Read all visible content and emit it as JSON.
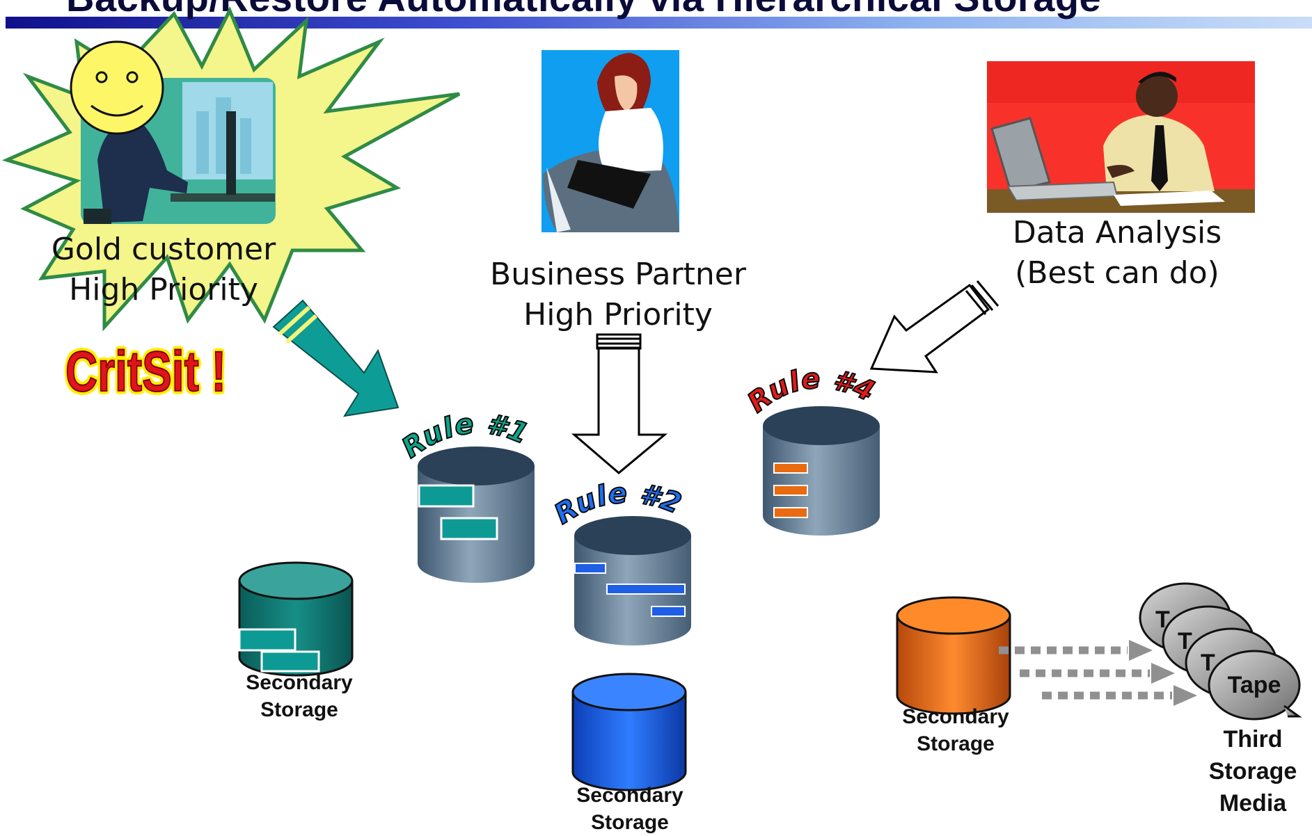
{
  "title": "Backup/Restore Automatically via Hierarchical Storage",
  "critsit": "CritSit !",
  "people": [
    {
      "id": "gold",
      "line1": "Gold customer",
      "line2": "High Priority"
    },
    {
      "id": "partner",
      "line1": "Business Partner",
      "line2": "High Priority"
    },
    {
      "id": "analysis",
      "line1": "Data Analysis",
      "line2": "(Best can do)"
    }
  ],
  "rules": [
    {
      "label": "Rule #1",
      "color": "#0aa58a"
    },
    {
      "label": "Rule #2",
      "color": "#1e6ff0"
    },
    {
      "label": "Rule #4",
      "color": "#e01b1b"
    }
  ],
  "storage": {
    "secondary_line1": "Secondary",
    "secondary_line2": "Storage",
    "third_line1": "Third",
    "third_line2": "Storage",
    "third_line3": "Media",
    "tape_label": "Tape",
    "tape_partial": "T"
  },
  "colors": {
    "teal": "#0f8a83",
    "blue": "#1e5fe6",
    "orange": "#e96a10",
    "gray_cyl": "#5c7690",
    "arrow_teal": "#0e9d96",
    "burst": "#f2f57a",
    "burst_edge": "#2e8a45"
  }
}
